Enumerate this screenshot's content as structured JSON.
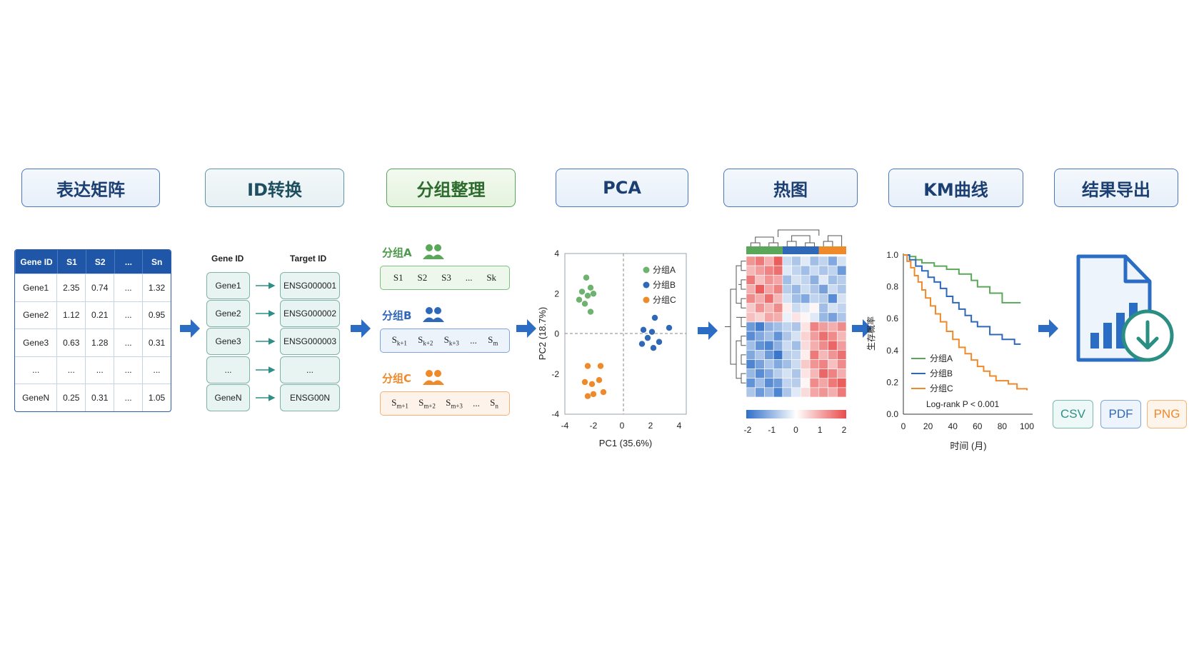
{
  "steps": [
    {
      "label": "表达矩阵"
    },
    {
      "label": "ID转换"
    },
    {
      "label": "分组整理"
    },
    {
      "label": "PCA"
    },
    {
      "label": "热图"
    },
    {
      "label": "KM曲线"
    },
    {
      "label": "结果导出"
    }
  ],
  "matrix": {
    "headers": [
      "Gene ID",
      "S1",
      "S2",
      "...",
      "Sn"
    ],
    "rows": [
      [
        "Gene1",
        "2.35",
        "0.74",
        "...",
        "1.32"
      ],
      [
        "Gene2",
        "1.12",
        "0.21",
        "...",
        "0.95"
      ],
      [
        "Gene3",
        "0.63",
        "1.28",
        "...",
        "0.31"
      ],
      [
        "...",
        "...",
        "...",
        "...",
        "..."
      ],
      [
        "GeneN",
        "0.25",
        "0.31",
        "...",
        "1.05"
      ]
    ]
  },
  "id_conversion": {
    "source_header": "Gene ID",
    "target_header": "Target ID",
    "source": [
      "Gene1",
      "Gene2",
      "Gene3",
      "...",
      "GeneN"
    ],
    "target": [
      "ENSG000001",
      "ENSG000002",
      "ENSG000003",
      "...",
      "ENSG00N"
    ]
  },
  "groups": [
    {
      "name": "分组A",
      "color": "#4d9a4d",
      "samples": [
        "S1",
        "S2",
        "S3",
        "...",
        "Sk"
      ],
      "subs": [
        "1",
        "2",
        "3",
        "",
        "k"
      ]
    },
    {
      "name": "分组B",
      "color": "#2f68b8",
      "samples": [
        "S",
        "S",
        "S",
        "...",
        "S"
      ],
      "subs": [
        "k+1",
        "k+2",
        "k+3",
        "",
        "m"
      ]
    },
    {
      "name": "分组C",
      "color": "#ef8a2b",
      "samples": [
        "S",
        "S",
        "S",
        "...",
        "S"
      ],
      "subs": [
        "m+1",
        "m+2",
        "m+3",
        "",
        "n"
      ]
    }
  ],
  "chart_data": [
    {
      "type": "scatter",
      "xlabel": "PC1 (35.6%)",
      "ylabel": "PC2 (18.7%)",
      "xlim": [
        -4,
        4.5
      ],
      "ylim": [
        -4,
        4
      ],
      "xticks": [
        "-4",
        "-2",
        "0",
        "2",
        "4"
      ],
      "yticks": [
        "4",
        "2",
        "0",
        "-2",
        "-4"
      ],
      "legend_position": "top-right",
      "series": [
        {
          "name": "分组A",
          "color": "#6db36d",
          "points": [
            [
              -2.5,
              2.8
            ],
            [
              -2.2,
              2.3
            ],
            [
              -2.8,
              2.1
            ],
            [
              -2.4,
              1.9
            ],
            [
              -3.0,
              1.7
            ],
            [
              -2.6,
              1.5
            ],
            [
              -2.0,
              2.0
            ],
            [
              -2.2,
              1.1
            ]
          ]
        },
        {
          "name": "分组B",
          "color": "#2f68b8",
          "points": [
            [
              2.3,
              0.8
            ],
            [
              1.5,
              0.2
            ],
            [
              2.1,
              0.1
            ],
            [
              3.3,
              0.3
            ],
            [
              1.8,
              -0.2
            ],
            [
              2.6,
              -0.4
            ],
            [
              1.4,
              -0.5
            ],
            [
              2.2,
              -0.7
            ]
          ]
        },
        {
          "name": "分组C",
          "color": "#ef8a2b",
          "points": [
            [
              -2.4,
              -1.6
            ],
            [
              -1.5,
              -1.6
            ],
            [
              -2.6,
              -2.4
            ],
            [
              -2.1,
              -2.5
            ],
            [
              -1.6,
              -2.3
            ],
            [
              -2.0,
              -3.0
            ],
            [
              -1.3,
              -2.9
            ],
            [
              -2.4,
              -3.1
            ]
          ]
        }
      ]
    },
    {
      "type": "heatmap",
      "colorbar_ticks": [
        "-2",
        "-1",
        "0",
        "1",
        "2"
      ],
      "vmin": -2,
      "vmax": 2,
      "column_groups": [
        {
          "color": "#5aa75a",
          "cols": 4
        },
        {
          "color": "#2f68b8",
          "cols": 4
        },
        {
          "color": "#ef8a2b",
          "cols": 3
        }
      ],
      "values": [
        [
          1.2,
          1.5,
          0.9,
          1.8,
          -0.5,
          -0.8,
          -0.3,
          -0.9,
          -0.6,
          -1.2,
          -0.4
        ],
        [
          0.8,
          1.1,
          1.4,
          1.6,
          -0.3,
          -0.6,
          -0.9,
          -0.5,
          -0.8,
          -0.6,
          -1.4
        ],
        [
          1.5,
          0.7,
          1.2,
          1.0,
          -0.9,
          -0.4,
          -0.6,
          -1.1,
          -0.3,
          -0.9,
          -0.7
        ],
        [
          0.9,
          1.8,
          1.0,
          1.4,
          -0.7,
          -1.0,
          -0.5,
          -0.8,
          -1.3,
          -0.5,
          -0.8
        ],
        [
          1.3,
          0.9,
          1.6,
          0.8,
          -0.4,
          -0.9,
          -1.2,
          -0.6,
          -0.7,
          -1.6,
          -0.4
        ],
        [
          0.6,
          1.2,
          0.8,
          1.3,
          0.2,
          -0.5,
          -0.3,
          0.1,
          -0.9,
          -0.4,
          -0.6
        ],
        [
          0.7,
          0.5,
          1.0,
          0.9,
          -0.2,
          0.3,
          0.1,
          -0.3,
          -1.0,
          -1.3,
          -0.8
        ],
        [
          -1.4,
          -1.8,
          -1.1,
          -0.9,
          -0.6,
          -0.8,
          0.3,
          1.4,
          1.1,
          0.9,
          1.3
        ],
        [
          -1.6,
          -1.2,
          -0.9,
          -1.5,
          -0.8,
          -0.4,
          0.5,
          1.1,
          1.6,
          1.3,
          0.8
        ],
        [
          -0.9,
          -1.5,
          -1.7,
          -1.1,
          -0.5,
          -0.9,
          0.4,
          0.9,
          1.3,
          1.7,
          1.1
        ],
        [
          -1.2,
          -0.8,
          -1.4,
          -1.9,
          -0.7,
          -0.6,
          0.2,
          1.5,
          0.8,
          1.2,
          1.6
        ],
        [
          -1.7,
          -1.3,
          -0.8,
          -1.2,
          -0.9,
          -0.5,
          0.6,
          1.2,
          1.4,
          0.7,
          1.3
        ],
        [
          -1.0,
          -1.6,
          -1.2,
          -0.7,
          -0.4,
          -0.8,
          0.3,
          0.8,
          1.7,
          1.4,
          0.9
        ],
        [
          -1.5,
          -0.9,
          -1.6,
          -1.4,
          -0.6,
          -0.7,
          0.1,
          1.3,
          1.0,
          1.5,
          1.8
        ],
        [
          -0.8,
          -1.4,
          -1.0,
          -1.7,
          -0.8,
          -0.3,
          0.4,
          1.0,
          1.2,
          0.9,
          1.5
        ]
      ]
    },
    {
      "type": "line",
      "ylabel": "生存概率",
      "xlabel": "时间 (月)",
      "xlim": [
        0,
        100
      ],
      "ylim": [
        0,
        1
      ],
      "xticks": [
        "0",
        "20",
        "40",
        "60",
        "80",
        "100"
      ],
      "yticks": [
        "1.0",
        "0.8",
        "0.6",
        "0.4",
        "0.2",
        "0.0"
      ],
      "annotation": "Log-rank P < 0.001",
      "legend_position": "bottom-left",
      "series": [
        {
          "name": "分组A",
          "color": "#5aa75a",
          "x": [
            0,
            5,
            10,
            15,
            25,
            35,
            45,
            55,
            60,
            70,
            80,
            95
          ],
          "y": [
            1.0,
            0.99,
            0.97,
            0.95,
            0.93,
            0.91,
            0.88,
            0.84,
            0.8,
            0.76,
            0.7,
            0.7
          ]
        },
        {
          "name": "分组B",
          "color": "#2f68b8",
          "x": [
            0,
            5,
            10,
            15,
            20,
            25,
            30,
            35,
            40,
            45,
            50,
            55,
            60,
            70,
            80,
            90,
            95
          ],
          "y": [
            1.0,
            0.97,
            0.93,
            0.9,
            0.86,
            0.83,
            0.79,
            0.74,
            0.7,
            0.66,
            0.62,
            0.58,
            0.55,
            0.5,
            0.47,
            0.44,
            0.44
          ]
        },
        {
          "name": "分组C",
          "color": "#ef8a2b",
          "x": [
            0,
            3,
            6,
            9,
            12,
            15,
            18,
            22,
            26,
            30,
            35,
            40,
            45,
            50,
            55,
            60,
            65,
            70,
            75,
            85,
            92,
            100
          ],
          "y": [
            1.0,
            0.96,
            0.92,
            0.87,
            0.83,
            0.78,
            0.73,
            0.68,
            0.63,
            0.58,
            0.52,
            0.47,
            0.42,
            0.38,
            0.34,
            0.3,
            0.27,
            0.24,
            0.21,
            0.19,
            0.16,
            0.15
          ]
        }
      ]
    }
  ],
  "export": {
    "formats": [
      {
        "label": "CSV",
        "color": "#2f8f86"
      },
      {
        "label": "PDF",
        "color": "#2f68b8"
      },
      {
        "label": "PNG",
        "color": "#ef8a2b"
      }
    ]
  },
  "colors": {
    "primary": "#1f56a8",
    "green": "#5aa75a",
    "orange": "#ef8a2b",
    "teal": "#2f8f86"
  }
}
